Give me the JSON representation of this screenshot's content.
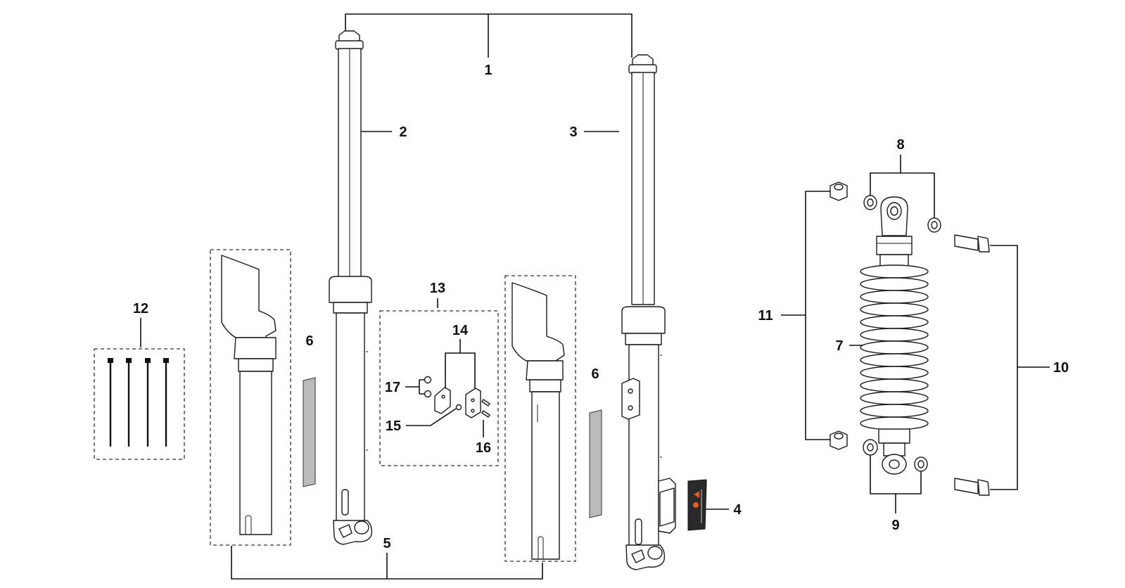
{
  "colors": {
    "line": "#111111",
    "background": "#ffffff",
    "decal_dark": "#2a2a2a",
    "decal_accent": "#e85a1b",
    "sticker_fill": "#bbbbbb"
  },
  "callouts": [
    {
      "id": "c1",
      "label": "1"
    },
    {
      "id": "c2",
      "label": "2"
    },
    {
      "id": "c3",
      "label": "3"
    },
    {
      "id": "c4",
      "label": "4"
    },
    {
      "id": "c5",
      "label": "5"
    },
    {
      "id": "c6a",
      "label": "6"
    },
    {
      "id": "c6b",
      "label": "6"
    },
    {
      "id": "c7",
      "label": "7"
    },
    {
      "id": "c8",
      "label": "8"
    },
    {
      "id": "c9",
      "label": "9"
    },
    {
      "id": "c10",
      "label": "10"
    },
    {
      "id": "c11",
      "label": "11"
    },
    {
      "id": "c12",
      "label": "12"
    },
    {
      "id": "c13",
      "label": "13"
    },
    {
      "id": "c14",
      "label": "14"
    },
    {
      "id": "c15",
      "label": "15"
    },
    {
      "id": "c16",
      "label": "16"
    },
    {
      "id": "c17",
      "label": "17"
    }
  ]
}
